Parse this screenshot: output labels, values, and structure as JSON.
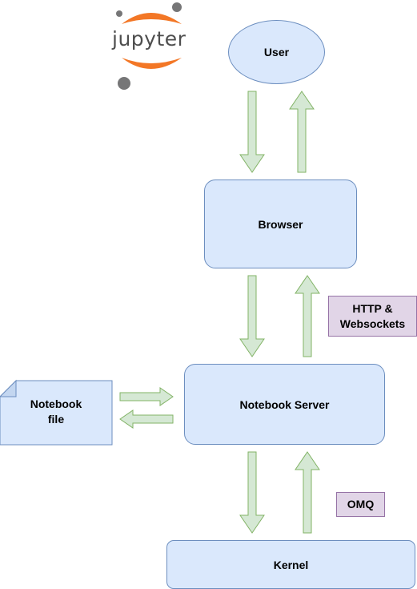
{
  "logo": {
    "text": "jupyter",
    "colors": {
      "swoosh": "#f37726",
      "moons": "#767677",
      "text": "#4e4e4e"
    }
  },
  "nodes": {
    "user": "User",
    "browser": "Browser",
    "notebook_server": "Notebook Server",
    "kernel": "Kernel",
    "notebook_file": "Notebook\nfile"
  },
  "labels": {
    "http": "HTTP &\nWebsockets",
    "omq": "OMQ"
  },
  "colors": {
    "node_fill": "#dae8fc",
    "node_stroke": "#6c8ebf",
    "arrow_fill": "#d5e8d4",
    "arrow_stroke": "#82b366",
    "label_fill": "#e1d5e7",
    "label_stroke": "#9673a6"
  }
}
